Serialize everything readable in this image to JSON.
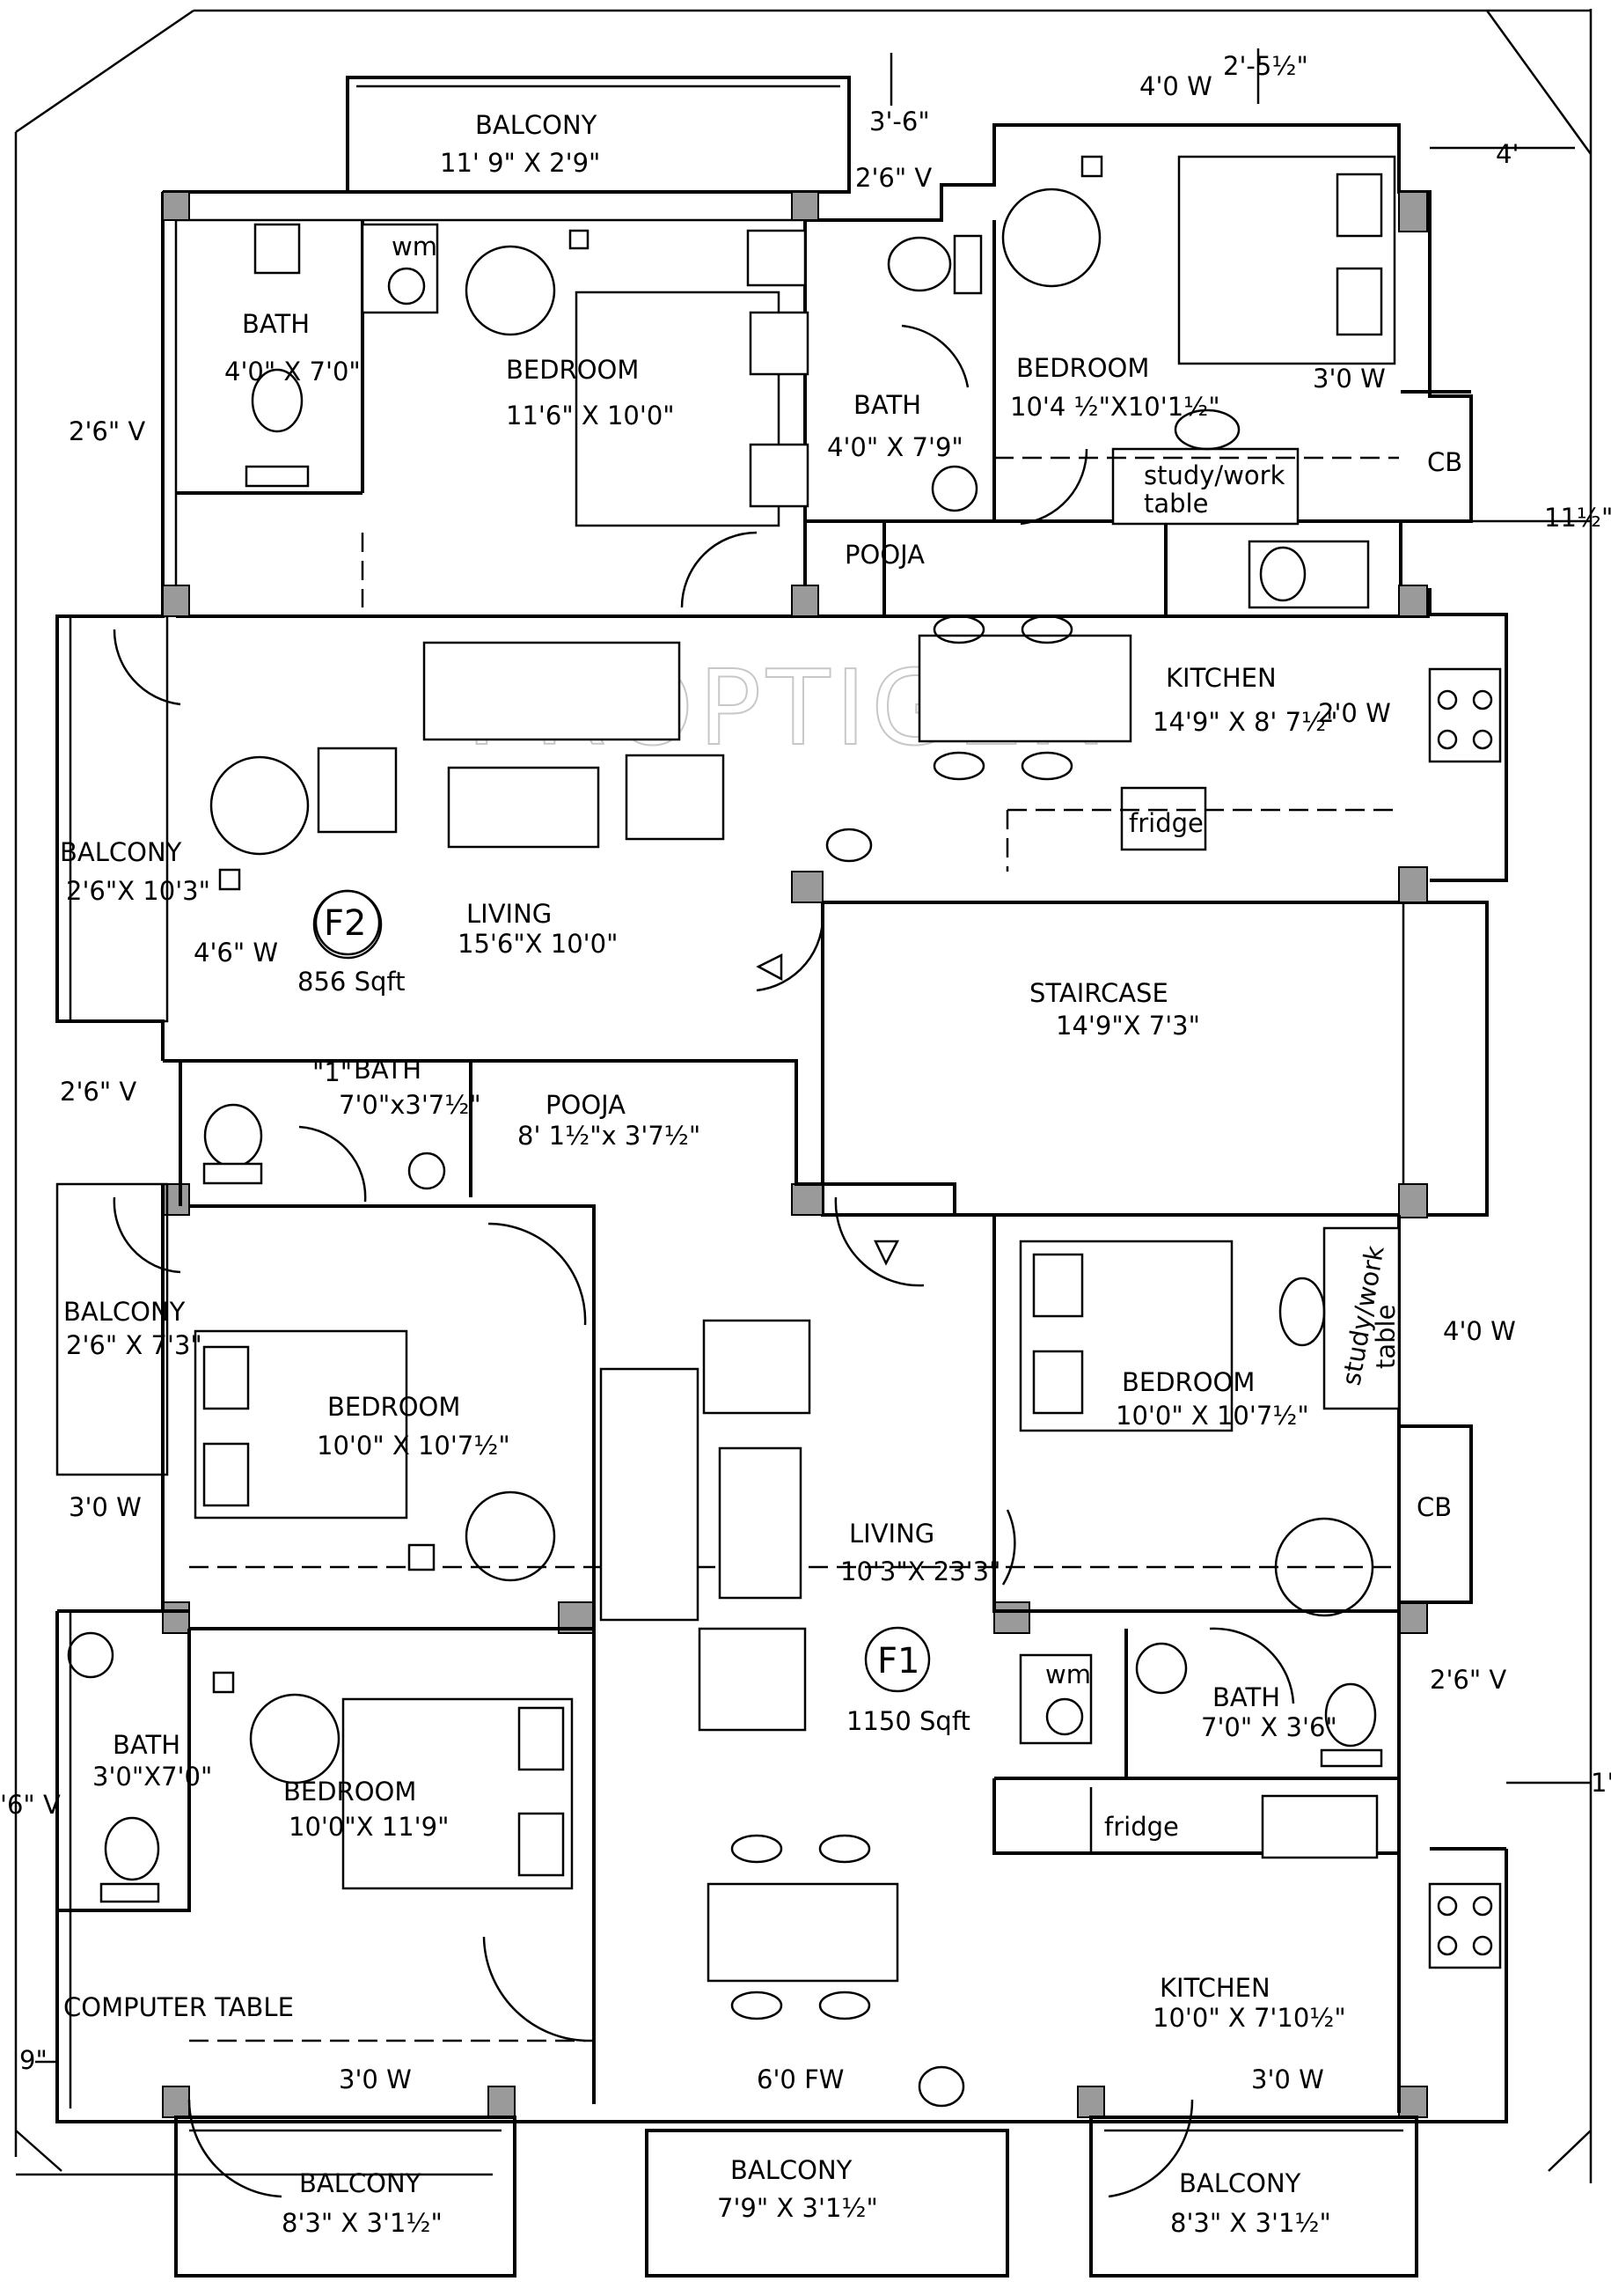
{
  "watermark": "PROPTIGER",
  "flats": {
    "f2": {
      "label": "F2",
      "area": "856 Sqft"
    },
    "f1": {
      "label": "F1",
      "area": "1150 Sqft"
    }
  },
  "rooms": {
    "balcony_top": {
      "name": "BALCONY",
      "dims": "11' 9\" X 2'9\""
    },
    "bath_f2_left": {
      "name": "BATH",
      "dims": "4'0\" X 7'0\""
    },
    "bedroom_f2_main": {
      "name": "BEDROOM",
      "dims": "11'6\" X 10'0\""
    },
    "bath_f2_mid": {
      "name": "BATH",
      "dims": "4'0\" X 7'9\""
    },
    "bedroom_f2_right": {
      "name": "BEDROOM",
      "dims": "10'4 ½\"X10'1½\""
    },
    "pooja_f2": {
      "name": "POOJA"
    },
    "kitchen_f2": {
      "name": "KITCHEN",
      "dims": "14'9\" X 8' 7½\""
    },
    "balcony_f2_left": {
      "name": "BALCONY",
      "dims": "2'6\"X 10'3\""
    },
    "living_f2": {
      "name": "LIVING",
      "dims": "15'6\"X 10'0\""
    },
    "staircase": {
      "name": "STAIRCASE",
      "dims": "14'9\"X 7'3\""
    },
    "bath_f1_top": {
      "name": "BATH",
      "dims": "7'0\"x3'7½\""
    },
    "pooja_f1": {
      "name": "POOJA",
      "dims": "8' 1½\"x 3'7½\""
    },
    "balcony_f1_left": {
      "name": "BALCONY",
      "dims": "2'6\" X 7'3\""
    },
    "bedroom_f1_left": {
      "name": "BEDROOM",
      "dims": "10'0\" X 10'7½\""
    },
    "bedroom_f1_right": {
      "name": "BEDROOM",
      "dims": "10'0\" X 10'7½\""
    },
    "living_f1": {
      "name": "LIVING",
      "dims": "10'3\"X 23'3\""
    },
    "bath_f1_left": {
      "name": "BATH",
      "dims": "3'0\"X7'0\""
    },
    "bedroom_f1_bottom": {
      "name": "BEDROOM",
      "dims": "10'0\"X 11'9\""
    },
    "bath_f1_right": {
      "name": "BATH",
      "dims": "7'0\" X 3'6\""
    },
    "kitchen_f1": {
      "name": "KITCHEN",
      "dims": "10'0\" X 7'10½\""
    },
    "balcony_b1": {
      "name": "BALCONY",
      "dims": "8'3\" X 3'1½\""
    },
    "balcony_b2": {
      "name": "BALCONY",
      "dims": "7'9\" X 3'1½\""
    },
    "balcony_b3": {
      "name": "BALCONY",
      "dims": "8'3\" X 3'1½\""
    }
  },
  "fixtures": {
    "wm": "wm",
    "fridge": "fridge",
    "cb": "CB",
    "study_table_line1": "study/work",
    "study_table_line2": "table",
    "computer_table": "COMPUTER TABLE"
  },
  "openings": {
    "o1": "4'0 W",
    "o2": "2'-5½\"",
    "o3": "3'-6\"",
    "o4": "2'6\" V",
    "o5": "4'",
    "o6": "3'0 W",
    "o7": "2'6\" V",
    "o8": "11½\"",
    "o9": "2'0 W",
    "o10": "4'6\" W",
    "o11": "2'6\" V",
    "o12": "3'0 W",
    "o13": "4'0 W",
    "o14": "2'6\" V",
    "o15": "1'",
    "o16": "'6\" V",
    "o17": "9\"",
    "o18": "3'0 W",
    "o19": "6'0 FW",
    "o20": "3'0 W",
    "o21": "\"1\""
  }
}
